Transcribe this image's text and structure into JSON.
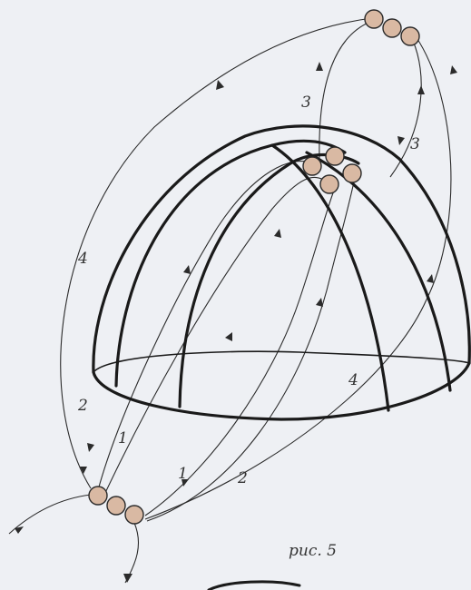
{
  "figure": {
    "caption": "рис. 5",
    "path_labels": [
      "1",
      "1",
      "2",
      "2",
      "3",
      "3",
      "4",
      "4"
    ],
    "colors": {
      "background": "#eef0f4",
      "line": "#2b2b2b",
      "bead": "#d9b9a3"
    }
  }
}
